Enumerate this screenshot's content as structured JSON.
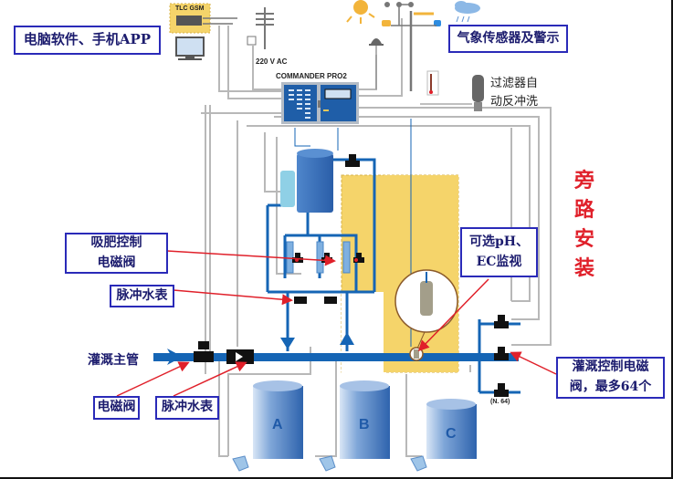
{
  "labels": {
    "pc_app": "电脑软件、手机APP",
    "weather": "气象传感器及警示",
    "filter": [
      "过滤器自",
      "动反冲洗"
    ],
    "fert_valve": [
      "吸肥控制",
      "电磁阀"
    ],
    "pulse_meter_top": "脉冲水表",
    "main_pipe": "灌溉主管",
    "solenoid": "电磁阀",
    "pulse_meter_bottom": "脉冲水表",
    "ph_ec": [
      "可选pH、",
      "EC监视"
    ],
    "irrigation_valve": [
      "灌溉控制电磁",
      "阀，最多64个"
    ],
    "bypass": [
      "旁",
      "路",
      "安",
      "装"
    ]
  },
  "devices": {
    "tlc_gsm": "TLC GSM",
    "power": "220 V AC",
    "controller": "COMMANDER PRO2",
    "valve_count": "(N. 64)"
  },
  "tanks": [
    "A",
    "B",
    "C"
  ],
  "colors": {
    "pipe_blue": "#1565b5",
    "wire_gray": "#b8b8b8",
    "zone_yellow": "#f5d46a",
    "label_border": "#2a2ab8",
    "label_text": "#1c1c6e",
    "arrow_red": "#e0202a",
    "bypass_red": "#e0202a"
  }
}
